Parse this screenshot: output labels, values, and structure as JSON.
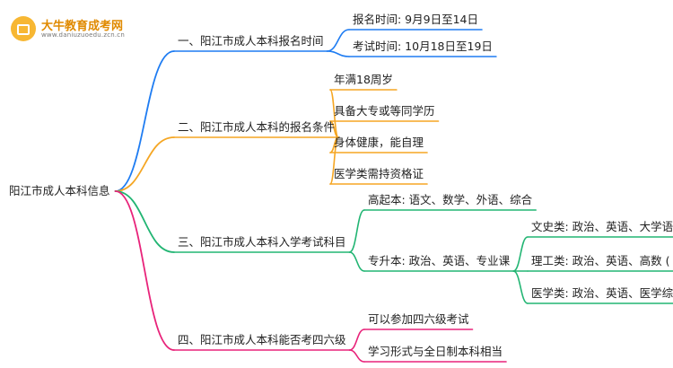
{
  "logo": {
    "name": "大牛教育成考网",
    "url": "www.daniuzuoedu.zcn.cn"
  },
  "root": "阳江市成人本科信息",
  "branches": [
    {
      "label": "一、阳江市成人本科报名时间",
      "color": "#1e7cf2",
      "children": [
        {
          "label": "报名时间: 9月9日至14日"
        },
        {
          "label": "考试时间: 10月18日至19日"
        }
      ]
    },
    {
      "label": "二、阳江市成人本科的报名条件",
      "color": "#f5a623",
      "children": [
        {
          "label": "年满18周岁"
        },
        {
          "label": "具备大专或等同学历"
        },
        {
          "label": "身体健康，能自理"
        },
        {
          "label": "医学类需持资格证"
        }
      ]
    },
    {
      "label": "三、阳江市成人本科入学考试科目",
      "color": "#22b573",
      "children": [
        {
          "label": "高起本: 语文、数学、外语、综合"
        },
        {
          "label": "专升本: 政治、英语、专业课",
          "children": [
            {
              "label": "文史类: 政治、英语、大学语文"
            },
            {
              "label": "理工类: 政治、英语、高数 ( 二 )"
            },
            {
              "label": "医学类: 政治、英语、医学综合"
            }
          ]
        }
      ]
    },
    {
      "label": "四、阳江市成人本科能否考四六级",
      "color": "#e8237a",
      "children": [
        {
          "label": "可以参加四六级考试"
        },
        {
          "label": "学习形式与全日制本科相当"
        }
      ]
    }
  ]
}
